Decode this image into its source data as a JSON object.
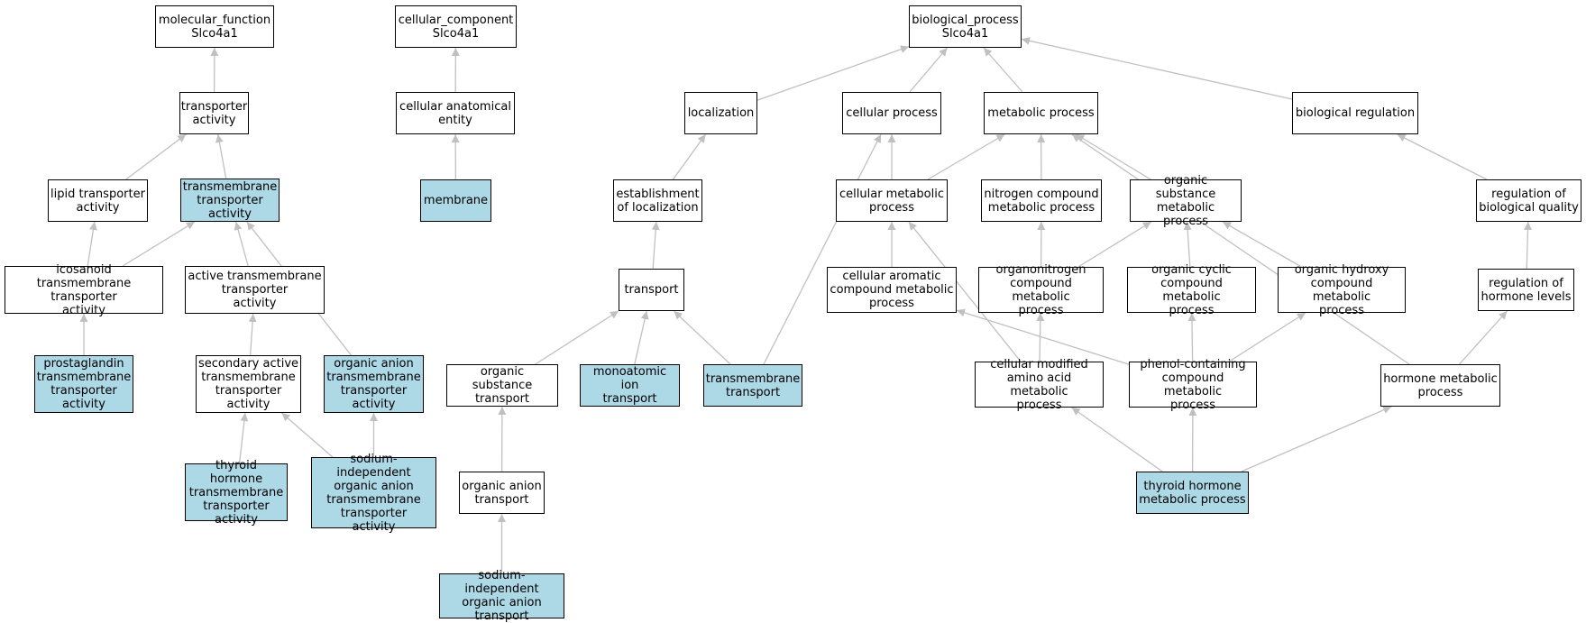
{
  "nodes": [
    {
      "id": "mf",
      "label": "molecular_function\nSlco4a1",
      "highlight": false
    },
    {
      "id": "ta",
      "label": "transporter\nactivity",
      "highlight": false
    },
    {
      "id": "lta",
      "label": "lipid transporter\nactivity",
      "highlight": false
    },
    {
      "id": "tta",
      "label": "transmembrane\ntransporter\nactivity",
      "highlight": true
    },
    {
      "id": "itta",
      "label": "icosanoid transmembrane\ntransporter\nactivity",
      "highlight": false
    },
    {
      "id": "atta",
      "label": "active transmembrane\ntransporter\nactivity",
      "highlight": false
    },
    {
      "id": "ptta",
      "label": "prostaglandin\ntransmembrane\ntransporter\nactivity",
      "highlight": true
    },
    {
      "id": "satta",
      "label": "secondary active\ntransmembrane\ntransporter\nactivity",
      "highlight": false
    },
    {
      "id": "oatta",
      "label": "organic anion\ntransmembrane\ntransporter\nactivity",
      "highlight": true
    },
    {
      "id": "thtta",
      "label": "thyroid hormone\ntransmembrane\ntransporter\nactivity",
      "highlight": true
    },
    {
      "id": "sioatta",
      "label": "sodium-independent\norganic anion\ntransmembrane\ntransporter\nactivity",
      "highlight": true
    },
    {
      "id": "cc",
      "label": "cellular_component\nSlco4a1",
      "highlight": false
    },
    {
      "id": "cae",
      "label": "cellular anatomical\nentity",
      "highlight": false
    },
    {
      "id": "mem",
      "label": "membrane",
      "highlight": true
    },
    {
      "id": "bp",
      "label": "biological_process\nSlco4a1",
      "highlight": false
    },
    {
      "id": "loc",
      "label": "localization",
      "highlight": false
    },
    {
      "id": "cp",
      "label": "cellular process",
      "highlight": false
    },
    {
      "id": "mp",
      "label": "metabolic process",
      "highlight": false
    },
    {
      "id": "br",
      "label": "biological regulation",
      "highlight": false
    },
    {
      "id": "eol",
      "label": "establishment\nof localization",
      "highlight": false
    },
    {
      "id": "cmp",
      "label": "cellular metabolic\nprocess",
      "highlight": false
    },
    {
      "id": "ncmp",
      "label": "nitrogen compound\nmetabolic process",
      "highlight": false
    },
    {
      "id": "osmp",
      "label": "organic substance\nmetabolic process",
      "highlight": false
    },
    {
      "id": "rbq",
      "label": "regulation of\nbiological quality",
      "highlight": false
    },
    {
      "id": "tr",
      "label": "transport",
      "highlight": false
    },
    {
      "id": "cacmp",
      "label": "cellular aromatic\ncompound metabolic\nprocess",
      "highlight": false
    },
    {
      "id": "oncmp",
      "label": "organonitrogen\ncompound metabolic\nprocess",
      "highlight": false
    },
    {
      "id": "occmp",
      "label": "organic cyclic\ncompound metabolic\nprocess",
      "highlight": false
    },
    {
      "id": "ohcmp",
      "label": "organic hydroxy\ncompound metabolic\nprocess",
      "highlight": false
    },
    {
      "id": "rhl",
      "label": "regulation of\nhormone levels",
      "highlight": false
    },
    {
      "id": "ost",
      "label": "organic substance\ntransport",
      "highlight": false
    },
    {
      "id": "mit",
      "label": "monoatomic ion\ntransport",
      "highlight": true
    },
    {
      "id": "tmt",
      "label": "transmembrane\ntransport",
      "highlight": true
    },
    {
      "id": "cmamp",
      "label": "cellular modified\namino acid metabolic\nprocess",
      "highlight": false
    },
    {
      "id": "pccmp",
      "label": "phenol-containing\ncompound metabolic\nprocess",
      "highlight": false
    },
    {
      "id": "hmp",
      "label": "hormone metabolic\nprocess",
      "highlight": false
    },
    {
      "id": "oat",
      "label": "organic anion\ntransport",
      "highlight": false
    },
    {
      "id": "thmp",
      "label": "thyroid hormone\nmetabolic process",
      "highlight": true
    },
    {
      "id": "sioat",
      "label": "sodium-independent\norganic anion\ntransport",
      "highlight": true
    }
  ],
  "edges": [
    [
      "ta",
      "mf"
    ],
    [
      "lta",
      "ta"
    ],
    [
      "tta",
      "ta"
    ],
    [
      "itta",
      "lta"
    ],
    [
      "itta",
      "tta"
    ],
    [
      "atta",
      "tta"
    ],
    [
      "oatta",
      "tta"
    ],
    [
      "ptta",
      "itta"
    ],
    [
      "satta",
      "atta"
    ],
    [
      "thtta",
      "satta"
    ],
    [
      "sioatta",
      "satta"
    ],
    [
      "sioatta",
      "oatta"
    ],
    [
      "cae",
      "cc"
    ],
    [
      "mem",
      "cae"
    ],
    [
      "loc",
      "bp"
    ],
    [
      "cp",
      "bp"
    ],
    [
      "mp",
      "bp"
    ],
    [
      "br",
      "bp"
    ],
    [
      "eol",
      "loc"
    ],
    [
      "cmp",
      "cp"
    ],
    [
      "cmp",
      "mp"
    ],
    [
      "ncmp",
      "mp"
    ],
    [
      "osmp",
      "mp"
    ],
    [
      "rbq",
      "br"
    ],
    [
      "tr",
      "eol"
    ],
    [
      "cacmp",
      "cmp"
    ],
    [
      "oncmp",
      "ncmp"
    ],
    [
      "oncmp",
      "osmp"
    ],
    [
      "occmp",
      "osmp"
    ],
    [
      "ohcmp",
      "osmp"
    ],
    [
      "rhl",
      "rbq"
    ],
    [
      "ost",
      "tr"
    ],
    [
      "mit",
      "tr"
    ],
    [
      "tmt",
      "tr"
    ],
    [
      "tmt",
      "cp"
    ],
    [
      "cmamp",
      "oncmp"
    ],
    [
      "cmamp",
      "cmp"
    ],
    [
      "pccmp",
      "cacmp"
    ],
    [
      "pccmp",
      "occmp"
    ],
    [
      "pccmp",
      "ohcmp"
    ],
    [
      "hmp",
      "rhl"
    ],
    [
      "hmp",
      "mp"
    ],
    [
      "oat",
      "ost"
    ],
    [
      "thmp",
      "cmamp"
    ],
    [
      "thmp",
      "pccmp"
    ],
    [
      "thmp",
      "hmp"
    ],
    [
      "sioat",
      "oat"
    ]
  ]
}
